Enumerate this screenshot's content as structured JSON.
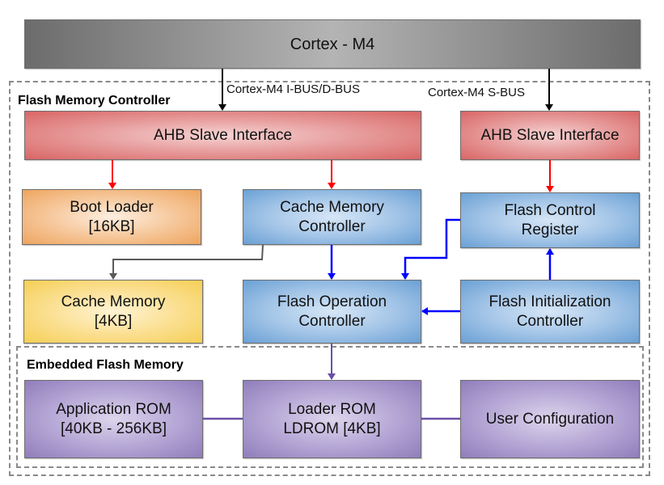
{
  "diagram": {
    "processor": {
      "label": "Cortex - M4"
    },
    "groups": {
      "flash_memory_controller": "Flash Memory Controller",
      "embedded_flash_memory": "Embedded Flash Memory"
    },
    "bus_labels": {
      "ibus_dbus": "Cortex-M4 I-BUS/D-BUS",
      "sbus": "Cortex-M4 S-BUS"
    },
    "blocks": {
      "ahb_slave_left": {
        "lines": [
          "AHB Slave Interface"
        ]
      },
      "ahb_slave_right": {
        "lines": [
          "AHB Slave Interface"
        ]
      },
      "boot_loader": {
        "lines": [
          "Boot Loader",
          "[16KB]"
        ]
      },
      "cache_memory_controller": {
        "lines": [
          "Cache Memory",
          "Controller"
        ]
      },
      "flash_control_register": {
        "lines": [
          "Flash Control",
          "Register"
        ]
      },
      "cache_memory": {
        "lines": [
          "Cache Memory",
          "[4KB]"
        ]
      },
      "flash_operation_controller": {
        "lines": [
          "Flash Operation",
          "Controller"
        ]
      },
      "flash_initialization_controller": {
        "lines": [
          "Flash Initialization",
          "Controller"
        ]
      },
      "application_rom": {
        "lines": [
          "Application ROM",
          "[40KB - 256KB]"
        ]
      },
      "loader_rom": {
        "lines": [
          "Loader ROM",
          "LDROM [4KB]"
        ]
      },
      "user_configuration": {
        "lines": [
          "User Configuration"
        ]
      }
    },
    "colors": {
      "bus_arrow": "#000000",
      "ahb_arrow": "#ff0000",
      "control_arrow": "#0000ff",
      "cache_arrow": "#5a5a5a",
      "flash_link": "#6a4fa8"
    }
  }
}
